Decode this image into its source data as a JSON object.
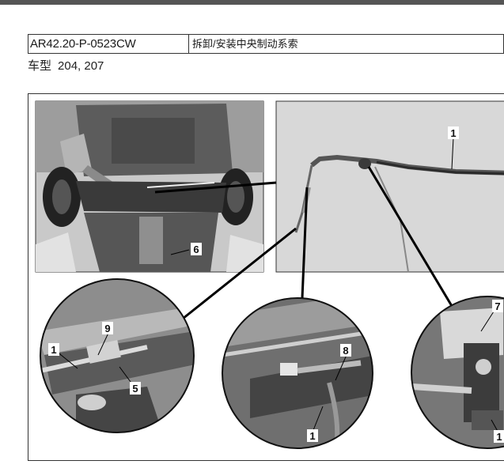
{
  "document": {
    "code": "AR42.20-P-0523CW",
    "title": "拆卸/安装中央制动系索",
    "vehicle_label": "车型",
    "vehicle_models": "204, 207"
  },
  "figure": {
    "callouts": {
      "cable_main": "1",
      "underbody": "6",
      "left_cable": "1",
      "left_part9": "9",
      "left_part5": "5",
      "mid_part8": "8",
      "mid_cable": "1",
      "right_part7": "7",
      "right_cable": "1"
    }
  }
}
